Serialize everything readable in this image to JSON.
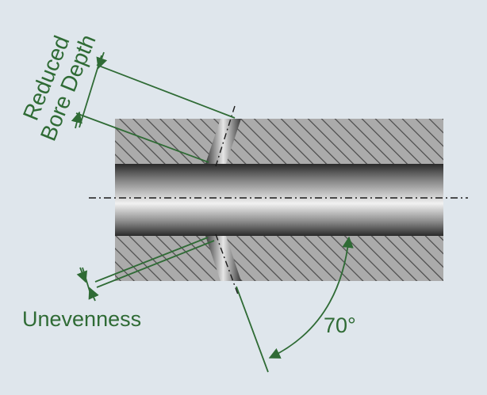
{
  "diagram": {
    "labels": {
      "reduced": "Reduced",
      "bore_depth": "Bore Depth",
      "unevenness": "Unevenness",
      "angle": "70°"
    },
    "colors": {
      "background": "#dfe6ec",
      "annotation": "#2f6b35",
      "hatch": "#4a4a4a",
      "centerline": "#1a1a1a"
    }
  }
}
